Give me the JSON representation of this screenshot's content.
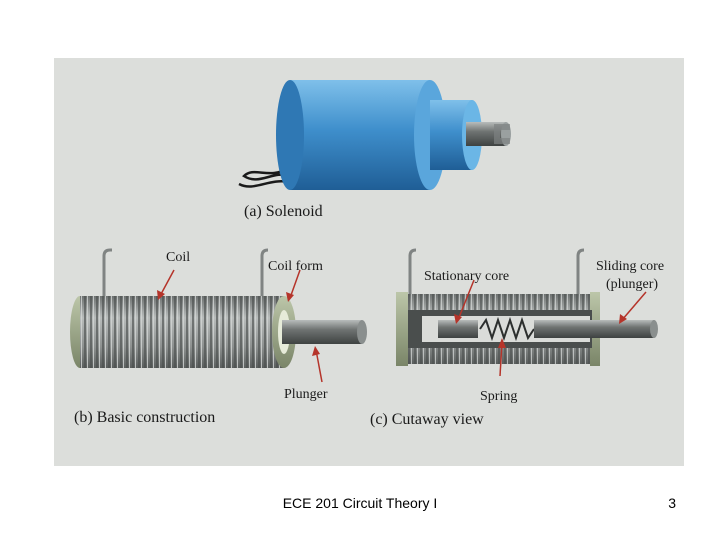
{
  "figure": {
    "captions": {
      "solenoid": "(a) Solenoid",
      "basic": "(b) Basic construction",
      "cutaway": "(c) Cutaway view"
    },
    "annotations": {
      "coil": "Coil",
      "coil_form": "Coil form",
      "plunger": "Plunger",
      "stationary_core": "Stationary core",
      "sliding_core_1": "Sliding core",
      "sliding_core_2": "(plunger)",
      "spring": "Spring"
    },
    "colors": {
      "solenoid_blue": "#3f8fcc",
      "coil_gray": "#8e9291",
      "coil_form_green": "#9aa58a",
      "arrow_red": "#b5342a"
    }
  },
  "footer": {
    "title": "ECE 201 Circuit Theory I",
    "page": "3"
  }
}
